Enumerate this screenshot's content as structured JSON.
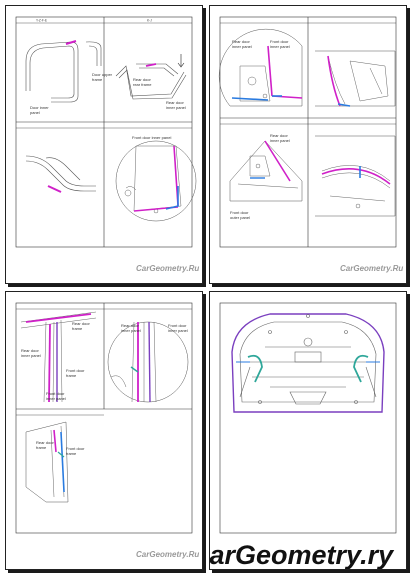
{
  "watermark": "CarGeometry.Ru",
  "big_watermark": "CarGeometry",
  "big_watermark_suffix": ".ry",
  "pages": {
    "p1": {
      "headers": [
        "Y-Z-F-E",
        "K-J",
        "",
        ""
      ],
      "labels": {
        "door_upper_frame": "Door upper\nframe",
        "door_inner_panel": "Door inner\npanel",
        "rear_door_rear_frame": "Rear door\nrear frame",
        "rear_door_inner_panel": "Rear door\ninner panel",
        "front_door_inner_panel": "Front door inner panel"
      }
    },
    "p2": {
      "labels": {
        "rear_door_inner_panel": "Rear door\ninner panel",
        "front_door_inner_panel": "Front door\ninner panel",
        "rear_door_inner_panel_b": "Rear door\ninner panel",
        "front_door_outer_panel": "Front door\nouter panel"
      }
    },
    "p3": {
      "labels": {
        "rear_door_frame": "Rear door\nframe",
        "rear_door_inner_panel": "Rear door\ninner panel",
        "rear_door_inner_panel_b": "Rear door\ninner panel",
        "front_door_inner_panel": "Front door\ninner panel",
        "front_door_frame": "Front door\nframe",
        "front_door_inner_panel_b": "Front door\ninner panel",
        "rear_door_frame_b": "Rear door\nframe",
        "front_door_frame_b": "Front door\nframe"
      }
    }
  },
  "colors": {
    "magenta": "#d020c8",
    "blue": "#2a7be0",
    "teal": "#2fa79a",
    "purple": "#7a3fbf",
    "line": "#555555"
  }
}
